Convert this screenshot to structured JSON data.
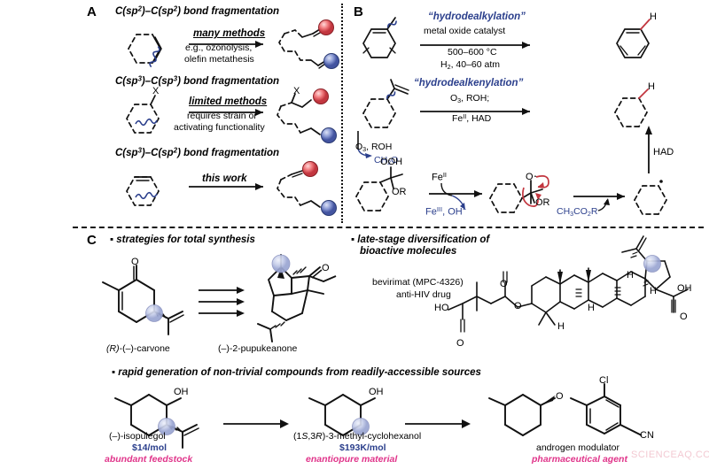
{
  "figure": {
    "watermark": "SCIENCEAQ.COM"
  },
  "panelA": {
    "letter": "A",
    "rows": [
      {
        "title": "C(sp2)–C(sp2) bond fragmentation",
        "title_parts": [
          "C(sp",
          "2",
          ")–C(sp",
          "2",
          ") bond fragmentation"
        ],
        "arrow_top": "many methods",
        "arrow_bottom_1": "e.g., ozonolysis,",
        "arrow_bottom_2": "olefin metathesis"
      },
      {
        "title": "C(sp3)–C(sp3) bond fragmentation",
        "arrow_top": "limited methods",
        "arrow_bottom_1": "requires strain or",
        "arrow_bottom_2": "activating functionality",
        "substituent": "X"
      },
      {
        "title": "C(sp3)–C(sp2) bond fragmentation",
        "arrow_top": "this work",
        "arrow_bottom_1": "",
        "arrow_bottom_2": ""
      }
    ]
  },
  "panelB": {
    "letter": "B",
    "route1": {
      "name": "“hydrodealkylation”",
      "cond_top": "metal oxide catalyst",
      "cond_bot_1": "500–600 °C",
      "cond_bot_2": "H2, 40–60 atm",
      "product_label": "H"
    },
    "route2": {
      "name": "“hydrodealkenylation”",
      "cond_top": "O3, ROH;",
      "cond_bot": "FeII, HAD",
      "product_label": "H"
    },
    "mechanism": {
      "step1_reagent": "O3, ROH",
      "step1_byproduct": "CH2O",
      "intermediate1_top": "OOH",
      "intermediate1_right": "OR",
      "step2_above": "FeII",
      "step2_below": "FeIII, OH−",
      "radical_o": "O·",
      "intermediate2_right": "OR",
      "step3_below": "CH3CO2R",
      "up_arrow_label": "HAD"
    }
  },
  "panelC": {
    "letter": "C",
    "bullet1": "strategies for total synthesis",
    "bullet2_line1": "late-stage diversification of",
    "bullet2_line2": "bioactive molecules",
    "bullet3": "rapid generation of non-trivial compounds from readily-accessible sources",
    "synthesis": {
      "start_label": "(R)-(–)-carvone",
      "product_label": "(–)-2-pupukeanone",
      "carbonyl": "O"
    },
    "bevirimat": {
      "name_line1": "bevirimat (MPC-4326)",
      "name_line2": "anti-HIV drug",
      "atoms": {
        "H": "H",
        "OH": "OH",
        "O": "O",
        "HO": "HO"
      }
    },
    "series": [
      {
        "name": "(–)-isopulegol",
        "price": "$14/mol",
        "tag": "abundant feedstock",
        "atom_oh": "OH"
      },
      {
        "name": "(1S,3R)-3-methyl-cyclohexanol",
        "price": "$193K/mol",
        "tag": "enantiopure material",
        "atom_oh": "OH"
      },
      {
        "name": "androgen modulator",
        "price": "",
        "tag": "pharmaceutical agent",
        "atom_cl": "Cl",
        "atom_cn": "CN",
        "atom_o": "O"
      }
    ]
  }
}
